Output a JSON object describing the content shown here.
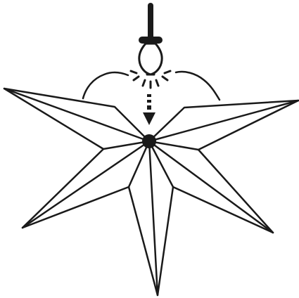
{
  "diagram": {
    "subject": "star-lantern-hanging-with-bulb",
    "stroke_color": "#1a1a1a",
    "background_color": "#ffffff",
    "icons": [
      "cord",
      "bulb",
      "light-rays",
      "down-arrow",
      "star-lantern",
      "center-hub"
    ]
  }
}
